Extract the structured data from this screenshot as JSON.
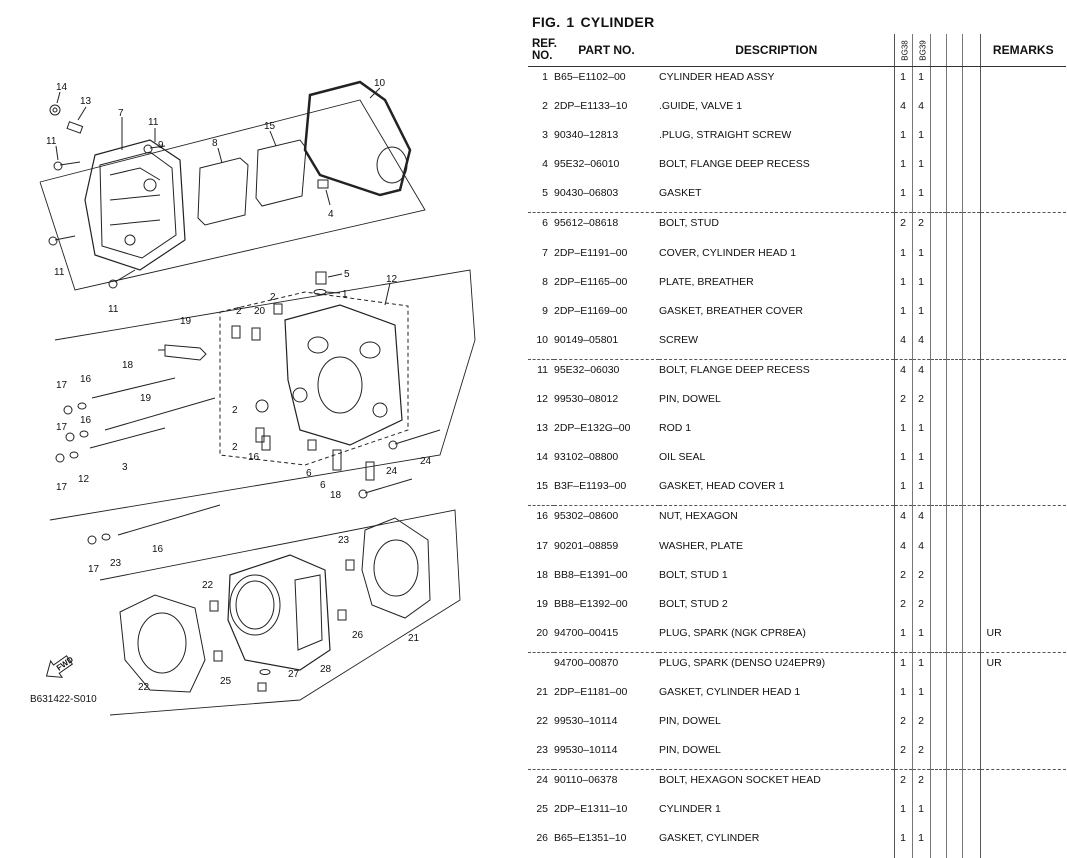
{
  "figure": {
    "label": "FIG.",
    "number": "1",
    "title": "CYLINDER"
  },
  "diagram": {
    "code": "B631422-S010",
    "fwd_label": "FWD",
    "callouts": [
      "14",
      "13",
      "7",
      "11",
      "11",
      "11",
      "11",
      "9",
      "8",
      "15",
      "10",
      "4",
      "5",
      "1",
      "12",
      "2",
      "2",
      "20",
      "19",
      "18",
      "19",
      "3",
      "2",
      "2",
      "16",
      "17",
      "16",
      "17",
      "16",
      "17",
      "12",
      "6",
      "6",
      "24",
      "24",
      "18",
      "16",
      "17",
      "23",
      "23",
      "22",
      "26",
      "21",
      "22",
      "25",
      "28",
      "27"
    ]
  },
  "table": {
    "headers": {
      "ref": "REF. NO.",
      "part": "PART NO.",
      "desc": "DESCRIPTION",
      "model1": "BG38",
      "model2": "BG39",
      "remarks": "REMARKS"
    },
    "rows": [
      {
        "ref": "1",
        "part": "B65–E1102–00",
        "desc": "CYLINDER HEAD ASSY",
        "q1": "1",
        "q2": "1",
        "rem": ""
      },
      {
        "ref": "2",
        "part": "2DP–E1133–10",
        "desc": ".GUIDE, VALVE 1",
        "q1": "4",
        "q2": "4",
        "rem": ""
      },
      {
        "ref": "3",
        "part": "90340–12813",
        "desc": ".PLUG, STRAIGHT SCREW",
        "q1": "1",
        "q2": "1",
        "rem": ""
      },
      {
        "ref": "4",
        "part": "95E32–06010",
        "desc": "BOLT, FLANGE DEEP RECESS",
        "q1": "1",
        "q2": "1",
        "rem": ""
      },
      {
        "ref": "5",
        "part": "90430–06803",
        "desc": "GASKET",
        "q1": "1",
        "q2": "1",
        "rem": ""
      },
      {
        "ref": "6",
        "part": "95612–08618",
        "desc": "BOLT, STUD",
        "q1": "2",
        "q2": "2",
        "rem": ""
      },
      {
        "ref": "7",
        "part": "2DP–E1191–00",
        "desc": "COVER, CYLINDER HEAD 1",
        "q1": "1",
        "q2": "1",
        "rem": ""
      },
      {
        "ref": "8",
        "part": "2DP–E1165–00",
        "desc": "PLATE, BREATHER",
        "q1": "1",
        "q2": "1",
        "rem": ""
      },
      {
        "ref": "9",
        "part": "2DP–E1169–00",
        "desc": "GASKET, BREATHER COVER",
        "q1": "1",
        "q2": "1",
        "rem": ""
      },
      {
        "ref": "10",
        "part": "90149–05801",
        "desc": "SCREW",
        "q1": "4",
        "q2": "4",
        "rem": ""
      },
      {
        "ref": "11",
        "part": "95E32–06030",
        "desc": "BOLT, FLANGE DEEP RECESS",
        "q1": "4",
        "q2": "4",
        "rem": ""
      },
      {
        "ref": "12",
        "part": "99530–08012",
        "desc": "PIN, DOWEL",
        "q1": "2",
        "q2": "2",
        "rem": ""
      },
      {
        "ref": "13",
        "part": "2DP–E132G–00",
        "desc": "ROD 1",
        "q1": "1",
        "q2": "1",
        "rem": ""
      },
      {
        "ref": "14",
        "part": "93102–08800",
        "desc": "OIL SEAL",
        "q1": "1",
        "q2": "1",
        "rem": ""
      },
      {
        "ref": "15",
        "part": "B3F–E1193–00",
        "desc": "GASKET, HEAD COVER 1",
        "q1": "1",
        "q2": "1",
        "rem": ""
      },
      {
        "ref": "16",
        "part": "95302–08600",
        "desc": "NUT, HEXAGON",
        "q1": "4",
        "q2": "4",
        "rem": ""
      },
      {
        "ref": "17",
        "part": "90201–08859",
        "desc": "WASHER, PLATE",
        "q1": "4",
        "q2": "4",
        "rem": ""
      },
      {
        "ref": "18",
        "part": "BB8–E1391–00",
        "desc": "BOLT, STUD 1",
        "q1": "2",
        "q2": "2",
        "rem": ""
      },
      {
        "ref": "19",
        "part": "BB8–E1392–00",
        "desc": "BOLT, STUD 2",
        "q1": "2",
        "q2": "2",
        "rem": ""
      },
      {
        "ref": "20",
        "part": "94700–00415",
        "desc": "PLUG, SPARK (NGK CPR8EA)",
        "q1": "1",
        "q2": "1",
        "rem": "UR"
      },
      {
        "ref": "",
        "part": "94700–00870",
        "desc": "PLUG, SPARK (DENSO U24EPR9)",
        "q1": "1",
        "q2": "1",
        "rem": "UR"
      },
      {
        "ref": "21",
        "part": "2DP–E1181–00",
        "desc": "GASKET, CYLINDER HEAD 1",
        "q1": "1",
        "q2": "1",
        "rem": ""
      },
      {
        "ref": "22",
        "part": "99530–10114",
        "desc": "PIN, DOWEL",
        "q1": "2",
        "q2": "2",
        "rem": ""
      },
      {
        "ref": "23",
        "part": "99530–10114",
        "desc": "PIN, DOWEL",
        "q1": "2",
        "q2": "2",
        "rem": ""
      },
      {
        "ref": "24",
        "part": "90110–06378",
        "desc": "BOLT, HEXAGON SOCKET HEAD",
        "q1": "2",
        "q2": "2",
        "rem": ""
      },
      {
        "ref": "25",
        "part": "2DP–E1311–10",
        "desc": "CYLINDER 1",
        "q1": "1",
        "q2": "1",
        "rem": ""
      },
      {
        "ref": "26",
        "part": "B65–E1351–10",
        "desc": "GASKET, CYLINDER",
        "q1": "1",
        "q2": "1",
        "rem": ""
      }
    ]
  }
}
